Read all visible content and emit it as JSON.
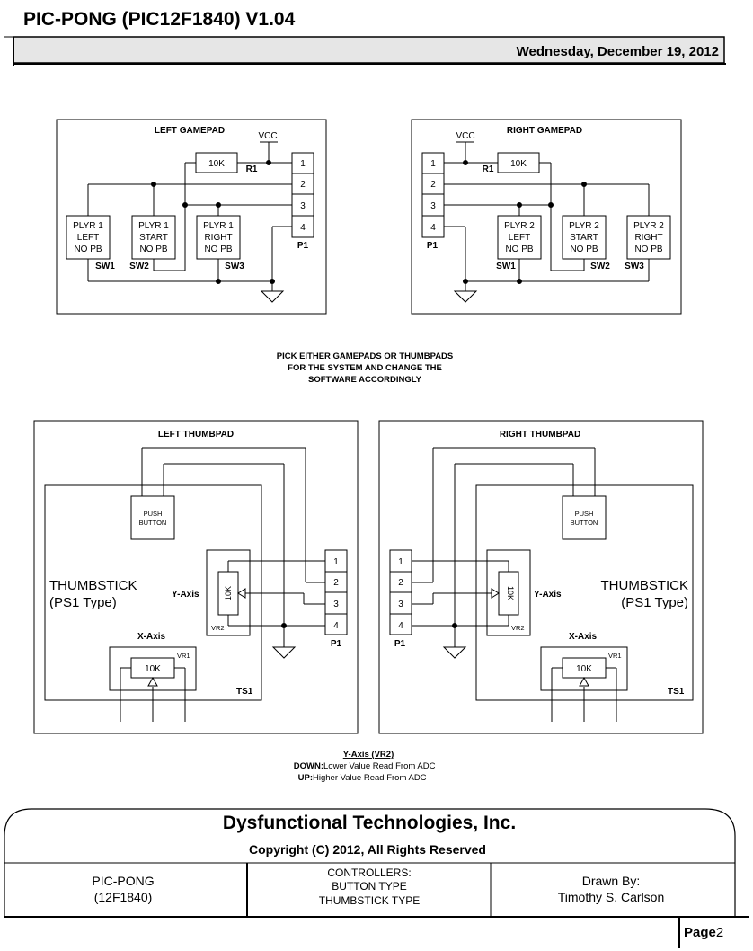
{
  "header": {
    "title": "PIC-PONG (PIC12F1840) V1.04",
    "date": "Wednesday, December 19, 2012"
  },
  "gamepads": {
    "left": {
      "title": "LEFT GAMEPAD",
      "vcc": "VCC",
      "resistor_value": "10K",
      "resistor_ref": "R1",
      "connector": "P1",
      "pins": [
        "1",
        "2",
        "3",
        "4"
      ],
      "switches": [
        {
          "lines": [
            "PLYR 1",
            "LEFT",
            "NO PB"
          ],
          "ref": "SW1"
        },
        {
          "lines": [
            "PLYR 1",
            "START",
            "NO PB"
          ],
          "ref": "SW2"
        },
        {
          "lines": [
            "PLYR 1",
            "RIGHT",
            "NO PB"
          ],
          "ref": "SW3"
        }
      ]
    },
    "right": {
      "title": "RIGHT GAMEPAD",
      "vcc": "VCC",
      "resistor_value": "10K",
      "resistor_ref": "R1",
      "connector": "P1",
      "pins": [
        "1",
        "2",
        "3",
        "4"
      ],
      "switches": [
        {
          "lines": [
            "PLYR 2",
            "LEFT",
            "NO PB"
          ],
          "ref": "SW1"
        },
        {
          "lines": [
            "PLYR 2",
            "START",
            "NO PB"
          ],
          "ref": "SW2"
        },
        {
          "lines": [
            "PLYR 2",
            "RIGHT",
            "NO PB"
          ],
          "ref": "SW3"
        }
      ]
    }
  },
  "note": {
    "lines": [
      "PICK EITHER GAMEPADS OR THUMBPADS",
      "FOR THE SYSTEM AND CHANGE THE",
      "SOFTWARE ACCORDINGLY"
    ]
  },
  "thumbpads": {
    "left": {
      "title": "LEFT THUMBPAD",
      "push_button": [
        "PUSH",
        "BUTTON"
      ],
      "thumbstick": [
        "THUMBSTICK",
        "(PS1 Type)"
      ],
      "y_axis": "Y-Axis",
      "x_axis": "X-Axis",
      "pot_value": "10K",
      "vr2": "VR2",
      "vr1": "VR1",
      "ts": "TS1",
      "connector": "P1",
      "pins": [
        "1",
        "2",
        "3",
        "4"
      ]
    },
    "right": {
      "title": "RIGHT THUMBPAD",
      "push_button": [
        "PUSH",
        "BUTTON"
      ],
      "thumbstick": [
        "THUMBSTICK",
        "(PS1 Type)"
      ],
      "y_axis": "Y-Axis",
      "x_axis": "X-Axis",
      "pot_value": "10K",
      "vr2": "VR2",
      "vr1": "VR1",
      "ts": "TS1",
      "connector": "P1",
      "pins": [
        "1",
        "2",
        "3",
        "4"
      ]
    }
  },
  "yaxis_note": {
    "title": "Y-Axis (VR2)",
    "down_key": "DOWN:",
    "down_text": "Lower Value Read From ADC",
    "up_key": "UP:",
    "up_text": "Higher Value Read From ADC"
  },
  "title_block": {
    "company": "Dysfunctional Technologies, Inc.",
    "copyright": "Copyright (C) 2012, All Rights Reserved",
    "project": [
      "PIC-PONG",
      "(12F1840)"
    ],
    "sheet_desc": [
      "CONTROLLERS:",
      "BUTTON TYPE",
      "THUMBSTICK TYPE"
    ],
    "drawn_by_label": "Drawn By:",
    "drawn_by": "Timothy S. Carlson",
    "page_label": "Page",
    "page_number": "2"
  }
}
